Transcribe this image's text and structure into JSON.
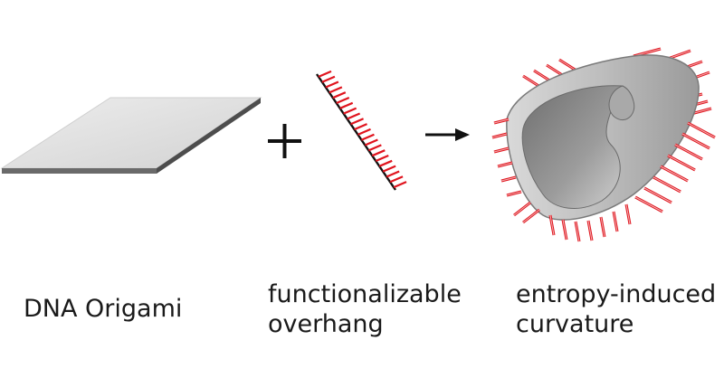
{
  "labels": {
    "origami": "DNA Origami",
    "overhang_line1": "functionalizable",
    "overhang_line2": "overhang",
    "curvature_line1": "entropy-induced",
    "curvature_line2": "curvature"
  },
  "symbols": {
    "plus": "plus-sign",
    "arrow": "right-arrow"
  },
  "colors": {
    "strand": "#e0141e",
    "backbone": "#111111",
    "sheet_top": "#e3e3e3",
    "sheet_edge": "#5a5a5a",
    "tube_outer": "#b8b8b8",
    "tube_inner": "#8a8a8a"
  }
}
